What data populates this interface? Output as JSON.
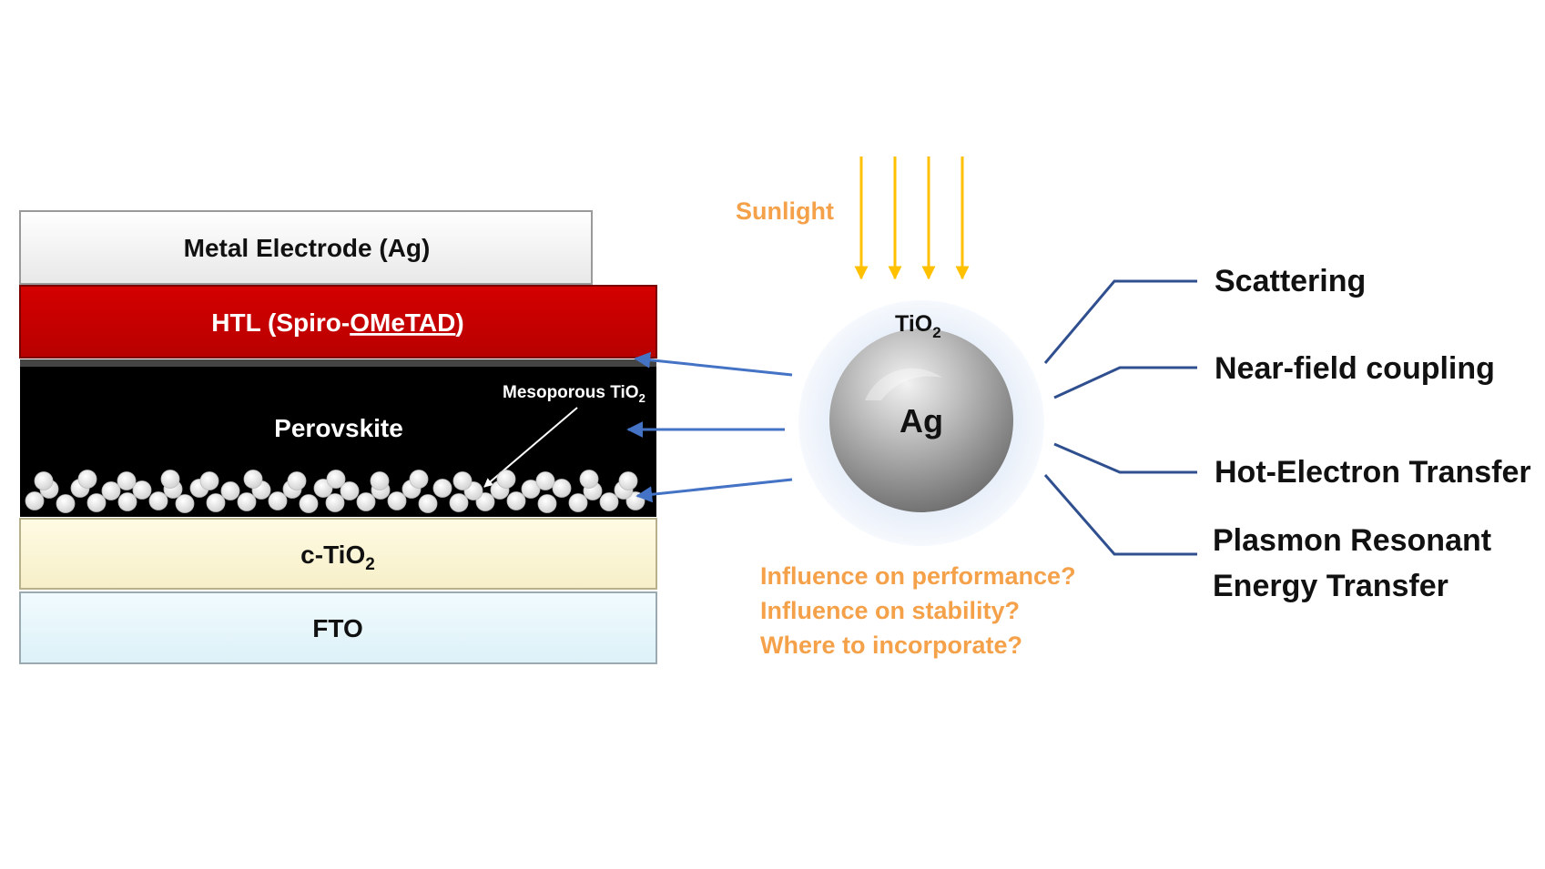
{
  "layers": {
    "metal": "Metal Electrode (Ag)",
    "htl_prefix": "HTL (Spiro-",
    "htl_underlined": "OMeTAD",
    "htl_suffix": ")",
    "perovskite": "Perovskite",
    "mesoporous_prefix": "Mesoporous TiO",
    "mesoporous_sub": "2",
    "ctio2_prefix": "c-TiO",
    "ctio2_sub": "2",
    "fto": "FTO"
  },
  "particle": {
    "shell_prefix": "TiO",
    "shell_sub": "2",
    "core": "Ag"
  },
  "sunlight_label": "Sunlight",
  "questions": [
    "Influence on performance?",
    "Influence on stability?",
    "Where to incorporate?"
  ],
  "mechanisms": [
    "Scattering",
    "Near-field coupling",
    "Hot-Electron Transfer",
    "Plasmon Resonant",
    "Energy Transfer"
  ],
  "colors": {
    "metal_fill": "#f4f4f4",
    "htl_fill": "#c80000",
    "perovskite_fill": "#000000",
    "ctio2_fill": "#fdf7d6",
    "fto_fill": "#e6f6fb",
    "arrow_blue": "#4472c4",
    "connector_navy": "#2f4f8f",
    "sunlight_arrow": "#ffc000",
    "annotation_orange": "#f4a14a"
  }
}
